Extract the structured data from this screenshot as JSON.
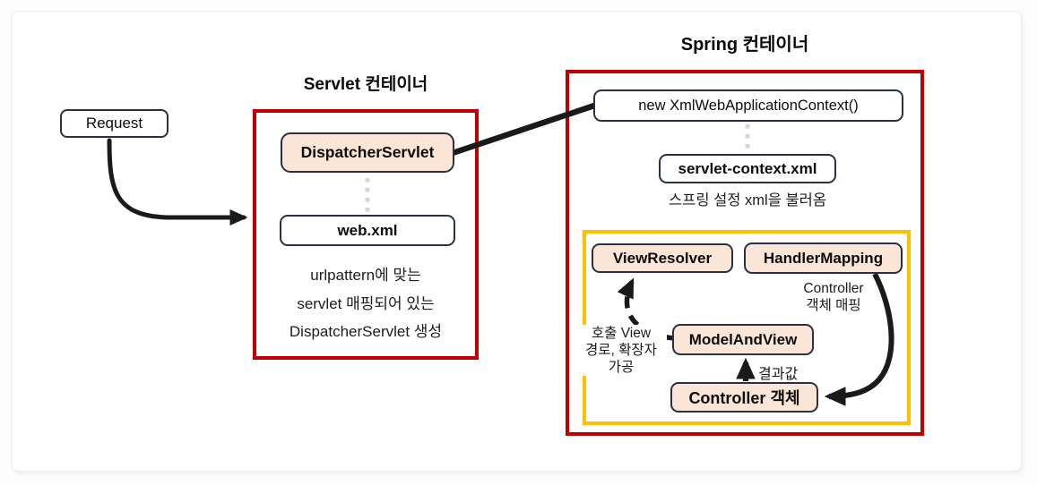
{
  "diagram": {
    "request_label": "Request",
    "servlet_container": {
      "title": "Servlet 컨테이너",
      "dispatcher_servlet": "DispatcherServlet",
      "web_xml": "web.xml",
      "note_lines": [
        "urlpattern에 맞는",
        "servlet 매핑되어 있는",
        "DispatcherServlet 생성"
      ]
    },
    "spring_container": {
      "title": "Spring 컨테이너",
      "new_context": "new XmlWebApplicationContext()",
      "servlet_context_xml": "servlet-context.xml",
      "load_note": "스프링 설정 xml을 불러옴",
      "mvc": {
        "view_resolver": "ViewResolver",
        "handler_mapping": "HandlerMapping",
        "model_and_view": "ModelAndView",
        "controller": "Controller 객체",
        "controller_mapping_lines": [
          "Controller",
          "객체 매핑"
        ],
        "view_processing_lines": [
          "호출 View",
          "경로, 확장자",
          "가공"
        ],
        "result_label": "결과값"
      }
    },
    "colors": {
      "container_border": "#c00000",
      "mvc_border": "#ffc000",
      "node_fill": "#fbe5d6",
      "node_border": "#2a3140",
      "arrow": "#1a1a1a",
      "dotted_connector": "#d6d6d6"
    }
  }
}
